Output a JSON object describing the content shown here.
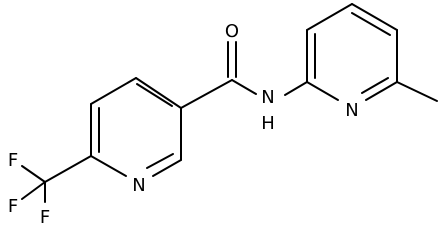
{
  "molecule": {
    "atom_labels": {
      "o1": "O",
      "nh": "N",
      "h": "H",
      "n_right_ring": "N",
      "n_left_ring": "N",
      "f1": "F",
      "f2": "F",
      "f3": "F"
    }
  }
}
